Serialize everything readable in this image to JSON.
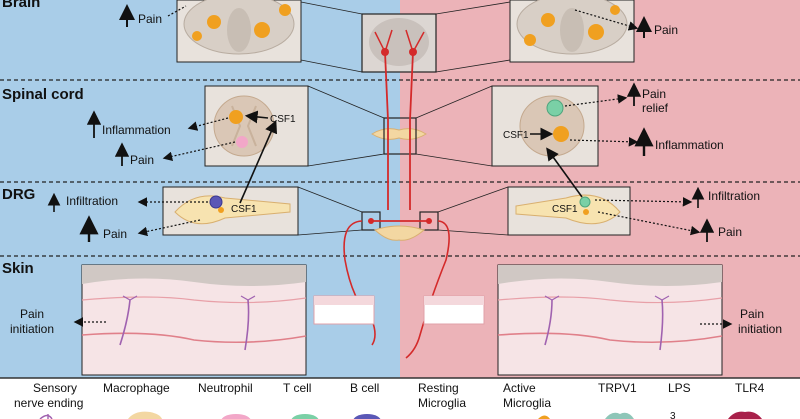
{
  "regions": {
    "brain": "Brain",
    "spinal_cord": "Spinal cord",
    "drg": "DRG",
    "skin": "Skin"
  },
  "labels": {
    "pain": "Pain",
    "inflammation": "Inflammation",
    "csf1": "CSF1",
    "pain_relief_1": "Pain",
    "pain_relief_2": "relief",
    "infiltration": "Infiltration",
    "pain_initiation_1": "Pain",
    "pain_initiation_2": "initiation"
  },
  "legend": [
    {
      "line1": "Sensory",
      "line2": "nerve ending"
    },
    {
      "line1": "Macrophage",
      "line2": ""
    },
    {
      "line1": "Neutrophil",
      "line2": ""
    },
    {
      "line1": "T cell",
      "line2": ""
    },
    {
      "line1": "B cell",
      "line2": ""
    },
    {
      "line1": "Resting",
      "line2": "Microglia"
    },
    {
      "line1": "Active",
      "line2": "Microglia"
    },
    {
      "line1": "TRPV1",
      "line2": ""
    },
    {
      "line1": "LPS",
      "line2": ""
    },
    {
      "line1": "TLR4",
      "line2": ""
    }
  ],
  "colors": {
    "left_panel": "#a9cde8",
    "right_panel": "#ecb3b8",
    "nerve_red": "#d42a2a",
    "microglia_orange": "#f0a020",
    "axon_fill": "#f7e3b0"
  }
}
